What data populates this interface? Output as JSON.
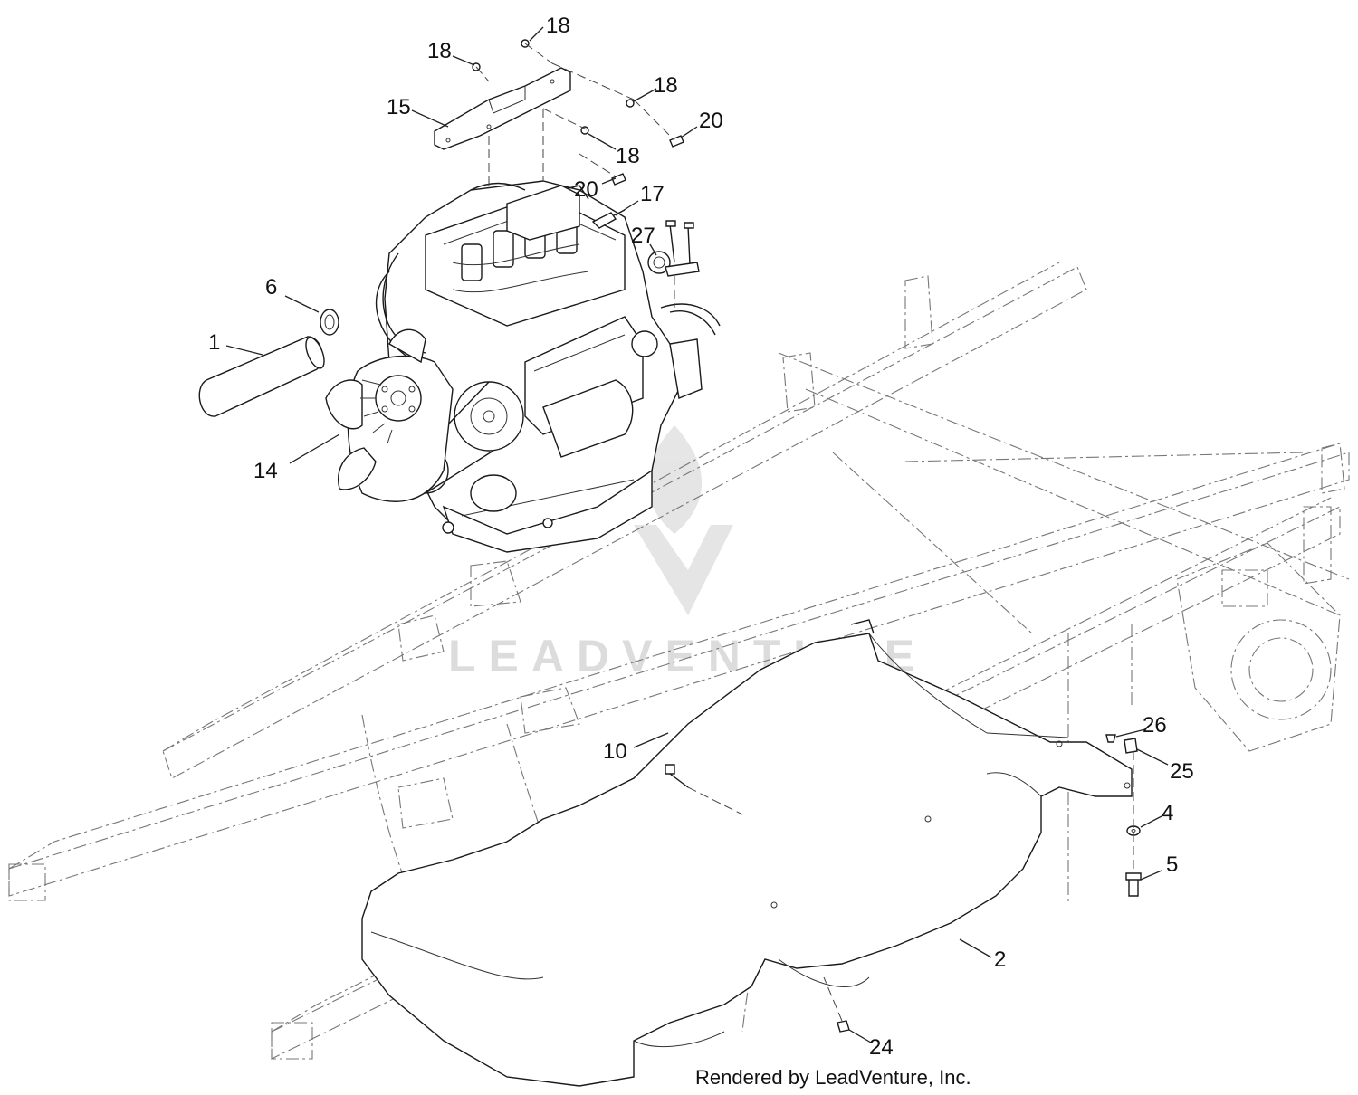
{
  "callouts": {
    "c1": "1",
    "c2": "2",
    "c4": "4",
    "c5": "5",
    "c6": "6",
    "c10": "10",
    "c14": "14",
    "c15": "15",
    "c17": "17",
    "c18a": "18",
    "c18b": "18",
    "c18c": "18",
    "c18d": "18",
    "c20a": "20",
    "c20b": "20",
    "c24": "24",
    "c25": "25",
    "c26": "26",
    "c27": "27"
  },
  "watermark": "LEADVENTURE",
  "footer": "Rendered by LeadVenture, Inc.",
  "colors": {
    "line": "#1a1a1a",
    "phantom": "#777777",
    "watermark": "#d9d9d9"
  }
}
